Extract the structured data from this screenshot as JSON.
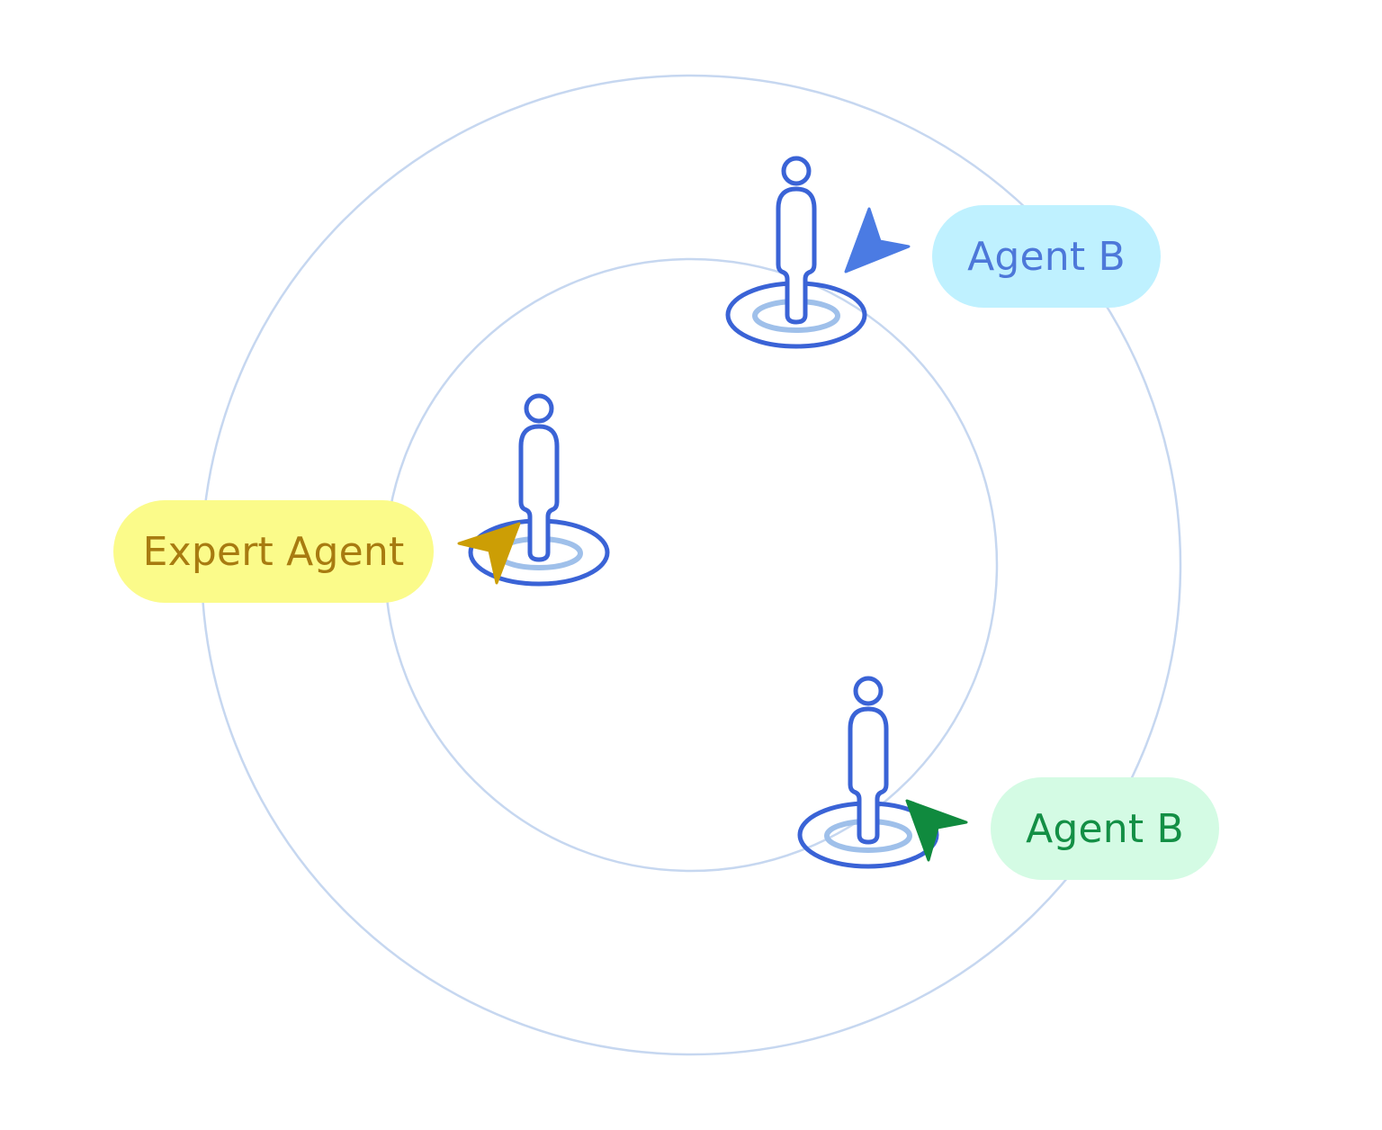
{
  "colors": {
    "background": "#ffffff",
    "ring": "#c6d7f0",
    "person": "#3a63d6",
    "inner_ring": "#9fc0ea",
    "expert_fill": "#fbfb8a",
    "expert_text": "#a87b10",
    "expert_cursor": "#cc9e05",
    "agent_b_top_fill": "#bff1ff",
    "agent_b_top_text": "#4d78d9",
    "agent_b_top_cursor": "#4b7be3",
    "agent_b_bottom_fill": "#d4fbe4",
    "agent_b_bottom_text": "#138f45",
    "agent_b_bottom_cursor": "#108a3e"
  },
  "labels": {
    "expert": "Expert Agent",
    "agent_b_top": "Agent B",
    "agent_b_bottom": "Agent B"
  },
  "icons": {
    "figure": "person-on-target-icon",
    "pointer": "cursor-arrow-icon"
  }
}
